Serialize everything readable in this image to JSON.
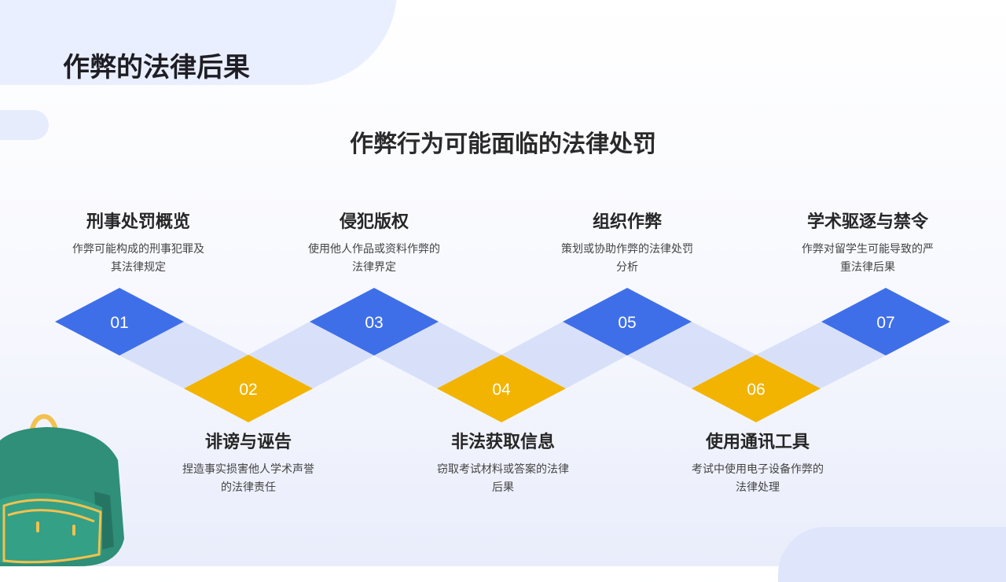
{
  "title": "作弊的法律后果",
  "subtitle": "作弊行为可能面临的法律处罚",
  "colors": {
    "blue": "#3f6fe8",
    "gold": "#f2b400",
    "band": "#d5def8"
  },
  "steps": [
    {
      "num": "01",
      "title": "刑事处罚概览",
      "desc": "作弊可能构成的刑事犯罪及其法律规定"
    },
    {
      "num": "02",
      "title": "诽谤与诬告",
      "desc": "捏造事实损害他人学术声誉的法律责任"
    },
    {
      "num": "03",
      "title": "侵犯版权",
      "desc": "使用他人作品或资料作弊的法律界定"
    },
    {
      "num": "04",
      "title": "非法获取信息",
      "desc": "窃取考试材料或答案的法律后果"
    },
    {
      "num": "05",
      "title": "组织作弊",
      "desc": "策划或协助作弊的法律处罚分析"
    },
    {
      "num": "06",
      "title": "使用通讯工具",
      "desc": "考试中使用电子设备作弊的法律处理"
    },
    {
      "num": "07",
      "title": "学术驱逐与禁令",
      "desc": "作弊对留学生可能导致的严重法律后果"
    }
  ]
}
